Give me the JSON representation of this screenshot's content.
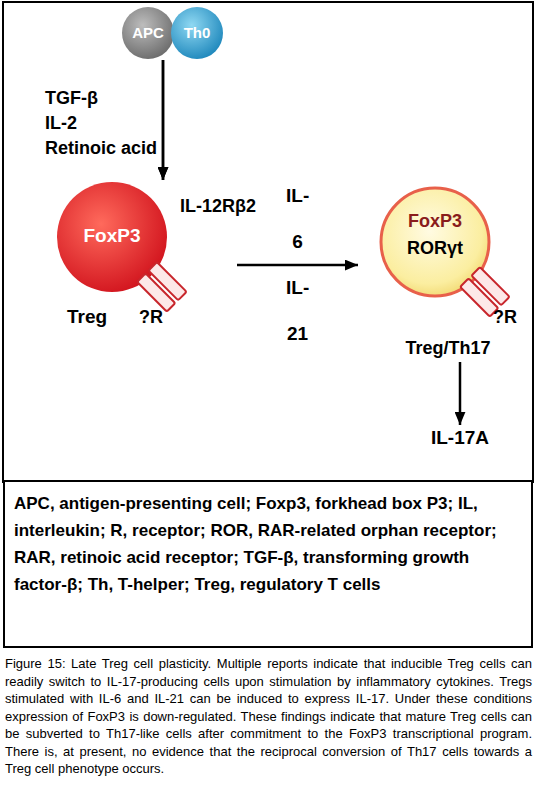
{
  "diagram": {
    "caption": "Figure 15: Late Treg cell plasticity. Multiple reports indicate that inducible Treg cells can readily switch to IL-17-producing cells upon stimulation by inflammatory cytokines. Tregs stimulated with IL-6 and IL-21 can be induced to express IL-17. Under these conditions expression of FoxP3 is down-regulated. These findings indicate that mature Treg cells can be subverted to Th17-like cells after commitment to the FoxP3 transcriptional program. There is, at present, no evidence that the reciprocal conversion of Th17 cells towards a Treg cell phenotype occurs.",
    "nodes": [
      {
        "text": [
          "APC"
        ]
      },
      {
        "text": [
          "Th0"
        ]
      },
      {
        "text": [
          "FoxP3",
          "Treg"
        ]
      },
      {
        "text": [
          "FoxP3",
          "RORγt",
          "Treg/Th17"
        ]
      },
      {
        "text": [
          "IL-17A"
        ]
      },
      {
        "text": [
          "APC, antigen-presenting cell; Foxp3, forkhead box P3; IL, interleukin; R, receptor; ROR, RAR-related orphan receptor; RAR, retinoic acid receptor; TGF-β, transforming growth factor-β; Th, T-helper; Treg, regulatory T cells"
        ]
      }
    ],
    "edges": [
      {
        "from": 0,
        "to": 2,
        "arrow": "to"
      },
      {
        "from": 1,
        "to": 2,
        "arrow": "to"
      },
      {
        "from": 2,
        "to": 3,
        "label": "IL-6 IL-21",
        "arrow": "to"
      },
      {
        "from": 3,
        "to": 4,
        "arrow": "to"
      }
    ],
    "labels": [
      "TGF-β",
      "IL-2",
      "Retinoic acid",
      "IL-12Rβ2",
      "?R",
      "?R"
    ]
  }
}
